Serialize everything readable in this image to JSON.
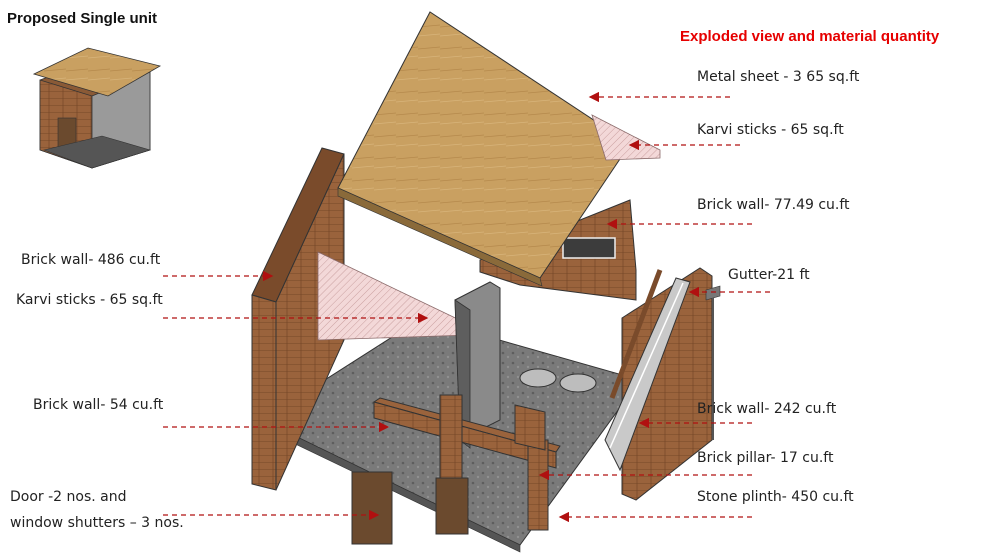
{
  "titles": {
    "left": "Proposed Single unit",
    "right": "Exploded view and material quantity"
  },
  "labels": {
    "metal_sheet": "Metal sheet - 3 65 sq.ft",
    "karvi_right": "Karvi sticks -  65 sq.ft",
    "brick_wall_77": "Brick wall-  77.49 cu.ft",
    "gutter": "Gutter-21  ft",
    "brick_wall_242": "Brick wall-  242 cu.ft",
    "brick_pillar": "Brick pillar- 17  cu.ft",
    "stone_plinth": "Stone plinth- 450 cu.ft",
    "brick_wall_486": "Brick wall- 486 cu.ft",
    "karvi_left": "Karvi sticks -  65 sq.ft",
    "brick_wall_54": "Brick wall- 54 cu.ft",
    "door_line1": "Door -2 nos. and",
    "door_line2": " window shutters – 3 nos."
  },
  "colors": {
    "leader": "#b01010",
    "title_accent": "#e60000",
    "roof": "#c9a061",
    "brick": "#8a5a36",
    "plinth": "#6f6f6f"
  }
}
